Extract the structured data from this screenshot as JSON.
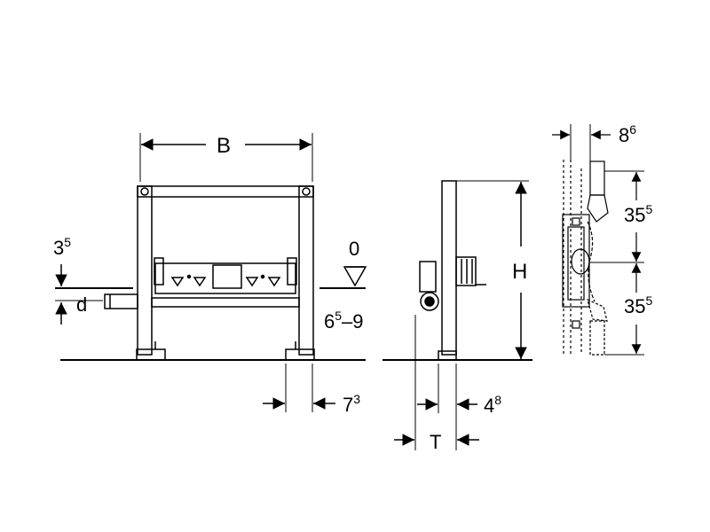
{
  "front_view": {
    "width_label": "B",
    "height_offset_label": "3",
    "height_offset_sup": "5",
    "pipe_diameter_label": "d",
    "floor_zero_label": "0",
    "floor_range_label_a": "6",
    "floor_range_label_a_sup": "5",
    "floor_range_label_b": "–9",
    "foot_offset_label": "7",
    "foot_offset_sup": "3"
  },
  "side_view": {
    "height_label": "H",
    "depth_label": "T",
    "foot_depth_label": "4",
    "foot_depth_sup": "8"
  },
  "detail_view": {
    "offset_label": "8",
    "offset_sup": "6",
    "upper_dim_label": "35",
    "upper_dim_sup": "5",
    "lower_dim_label": "35",
    "lower_dim_sup": "5"
  }
}
